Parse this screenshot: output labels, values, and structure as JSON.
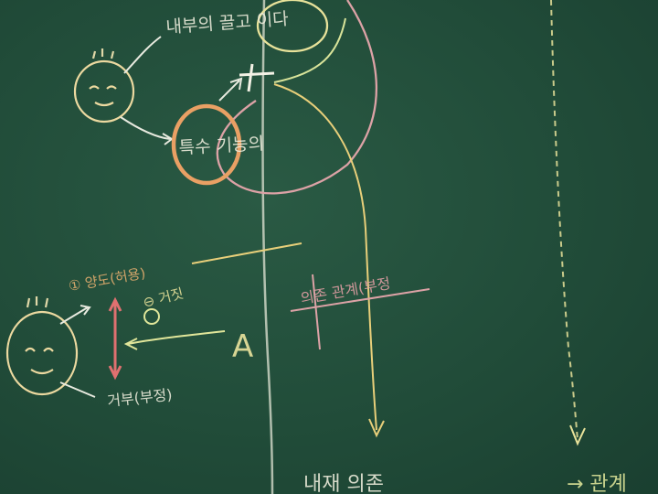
{
  "scene": {
    "description_icon": "chalkboard-lecture-diagram",
    "colors": {
      "board": "#214c39",
      "chalk_white": "#efeedd",
      "chalk_yellow": "#e8e29a",
      "chalk_orange": "#e9a064",
      "chalk_pink": "#e6a0a6",
      "chalk_red": "#e07070"
    }
  },
  "labels": {
    "top_node": "내부의 끌고 이다",
    "middle_node": "특수 기능의",
    "left_positive": "① 양도(허용)",
    "left_negative": "⊖ 거짓",
    "left_bottom": "거부(부정)",
    "side_fraction": "의존 관계(부정",
    "letter_a": "A",
    "bottom_text_1": "내재 의존",
    "bottom_text_2": "→ 관계"
  }
}
